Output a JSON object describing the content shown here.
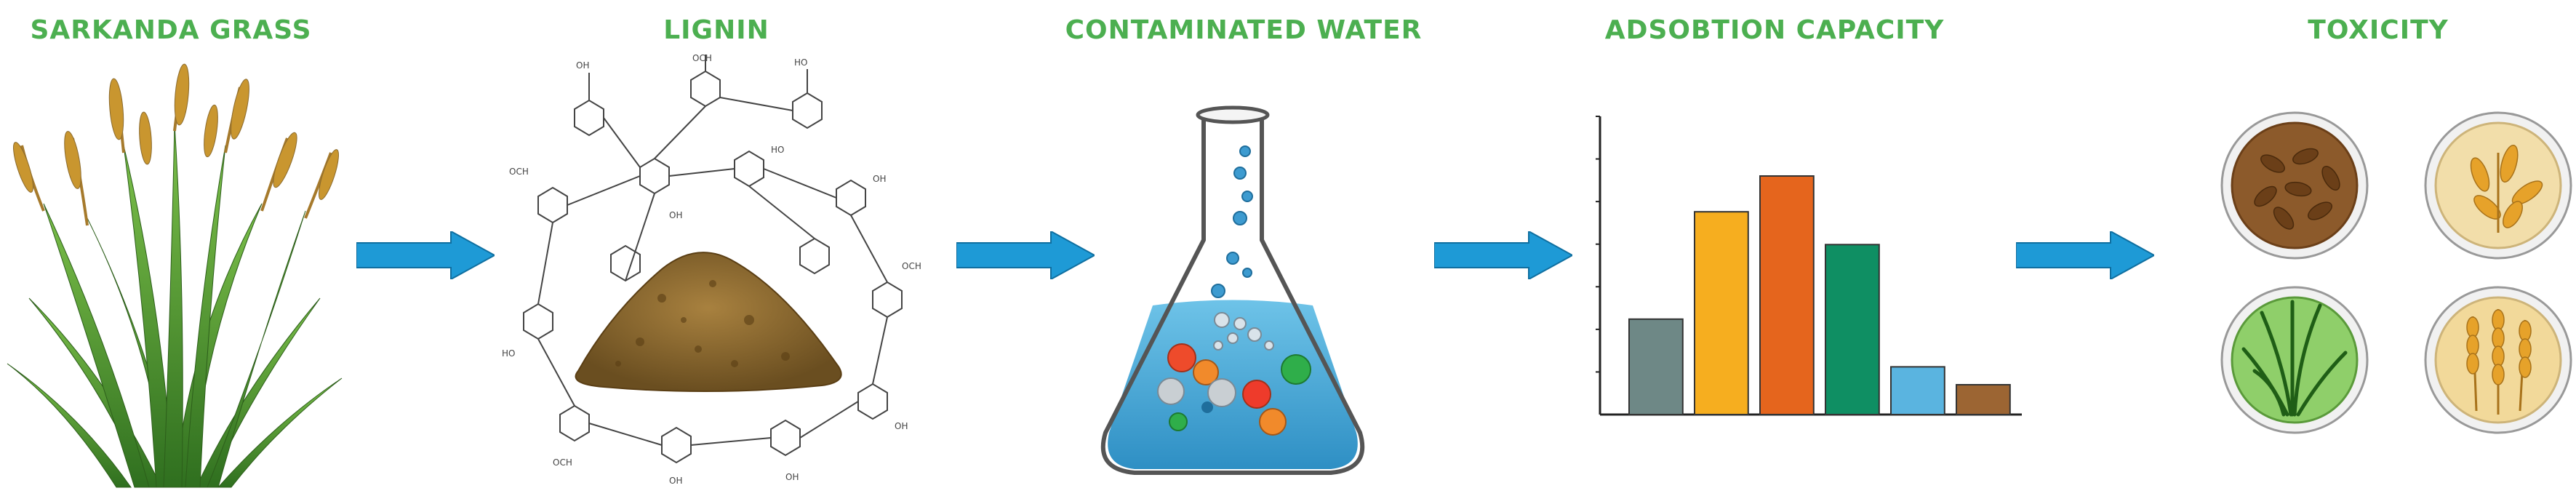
{
  "stages": [
    {
      "title": "SARKANDA GRASS"
    },
    {
      "title": "LIGNIN"
    },
    {
      "title": "CONTAMINATED WATER"
    },
    {
      "title": "ADSOBTION CAPACITY"
    },
    {
      "title": "TOXICITY"
    }
  ],
  "colors": {
    "title_green": "#4caf50",
    "arrow_blue": "#1e9ad6",
    "grass_green": "#3f8f2a",
    "water_blue": "#5fb8e0",
    "lignin_brown": "#8a6a2e"
  },
  "chart_data": {
    "type": "bar",
    "title": "",
    "xlabel": "",
    "ylabel": "",
    "categories": [
      "",
      "",
      "",
      "",
      "",
      ""
    ],
    "values": [
      32,
      68,
      80,
      57,
      16,
      10
    ],
    "colors": [
      "#6e8886",
      "#f6ae1f",
      "#e5651d",
      "#0f8f63",
      "#5ab4e0",
      "#9c6533"
    ],
    "ylim": [
      0,
      100
    ],
    "grid": false,
    "legend": "none"
  },
  "icons": {
    "arrow": "right-arrow-icon",
    "flask": "flask-icon",
    "petri": "petri-dish-icon"
  }
}
